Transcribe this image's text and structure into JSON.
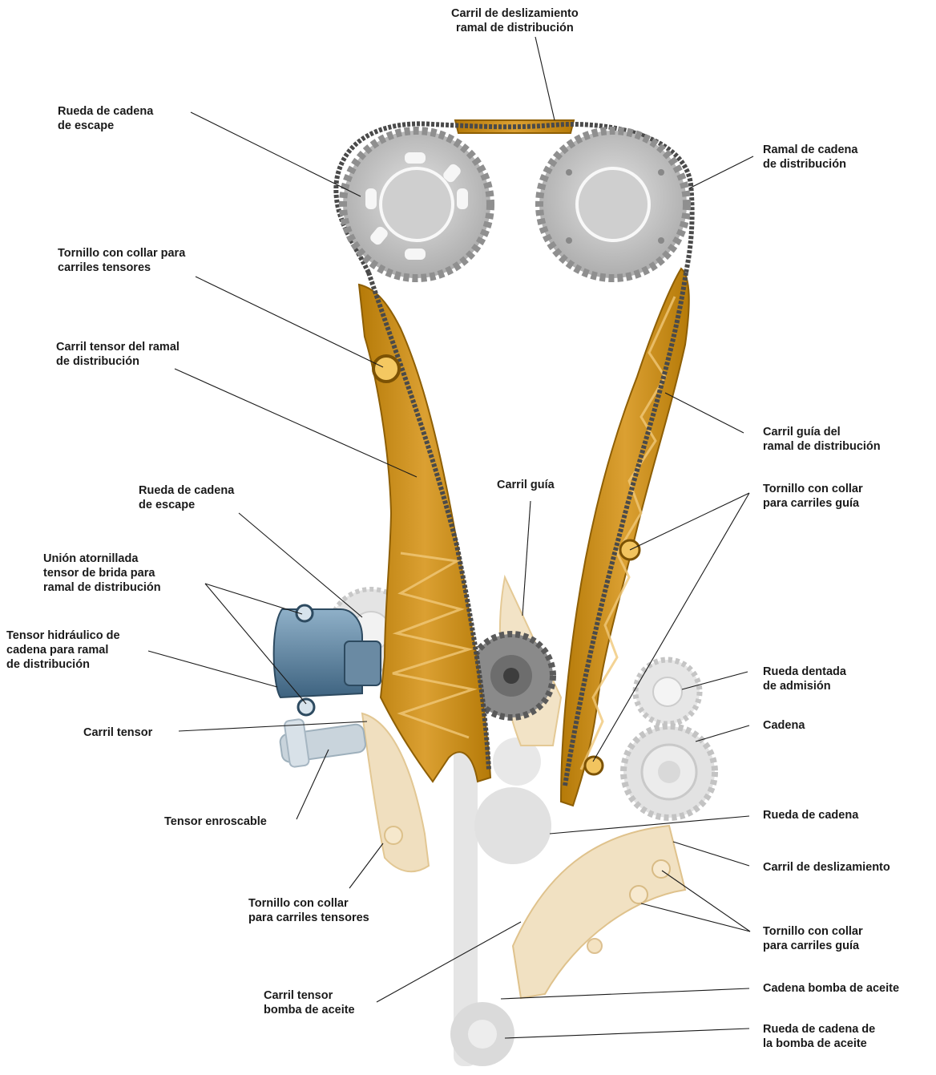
{
  "labels": {
    "carril_deslizamiento_ramal": [
      "Carril de deslizamiento",
      "ramal de distribución"
    ],
    "rueda_escape_top": [
      "Rueda de cadena",
      "de escape"
    ],
    "ramal_cadena": [
      "Ramal de cadena",
      "de distribución"
    ],
    "tornillo_tensores_top": [
      "Tornillo con collar para",
      "carriles tensores"
    ],
    "carril_tensor_ramal": [
      "Carril tensor del ramal",
      "de distribución"
    ],
    "carril_guia_ramal": [
      "Carril guía del",
      "ramal de distribución"
    ],
    "rueda_escape_mid": [
      "Rueda de cadena",
      "de escape"
    ],
    "carril_guia": [
      "Carril guía"
    ],
    "tornillo_guia_mid": [
      "Tornillo con collar",
      "para carriles guía"
    ],
    "union_atornillada": [
      "Unión atornillada",
      "tensor de brida para",
      "ramal de distribución"
    ],
    "tensor_hidraulico": [
      "Tensor hidráulico de",
      "cadena para ramal",
      "de distribución"
    ],
    "rueda_admision": [
      "Rueda dentada",
      "de admisión"
    ],
    "carril_tensor": [
      "Carril tensor"
    ],
    "cadena": [
      "Cadena"
    ],
    "tensor_enroscable": [
      "Tensor enroscable"
    ],
    "rueda_cadena": [
      "Rueda de cadena"
    ],
    "carril_deslizamiento": [
      "Carril de deslizamiento"
    ],
    "tornillo_tensores_bottom": [
      "Tornillo con collar",
      "para carriles tensores"
    ],
    "tornillo_guia_bottom": [
      "Tornillo con collar",
      "para carriles guía"
    ],
    "carril_tensor_bomba": [
      "Carril tensor",
      "bomba de aceite"
    ],
    "cadena_bomba": [
      "Cadena bomba de aceite"
    ],
    "rueda_bomba": [
      "Rueda de cadena de",
      "la bomba de aceite"
    ]
  },
  "colors": {
    "rail_orange": "#c98a0e",
    "rail_light": "#ecd9b4",
    "sprocket_gray": "#b9b9b9",
    "chain_dark": "#4a4a4a",
    "tensor_blue": "#5d7f9a",
    "ghost": "#dcdcdc"
  }
}
